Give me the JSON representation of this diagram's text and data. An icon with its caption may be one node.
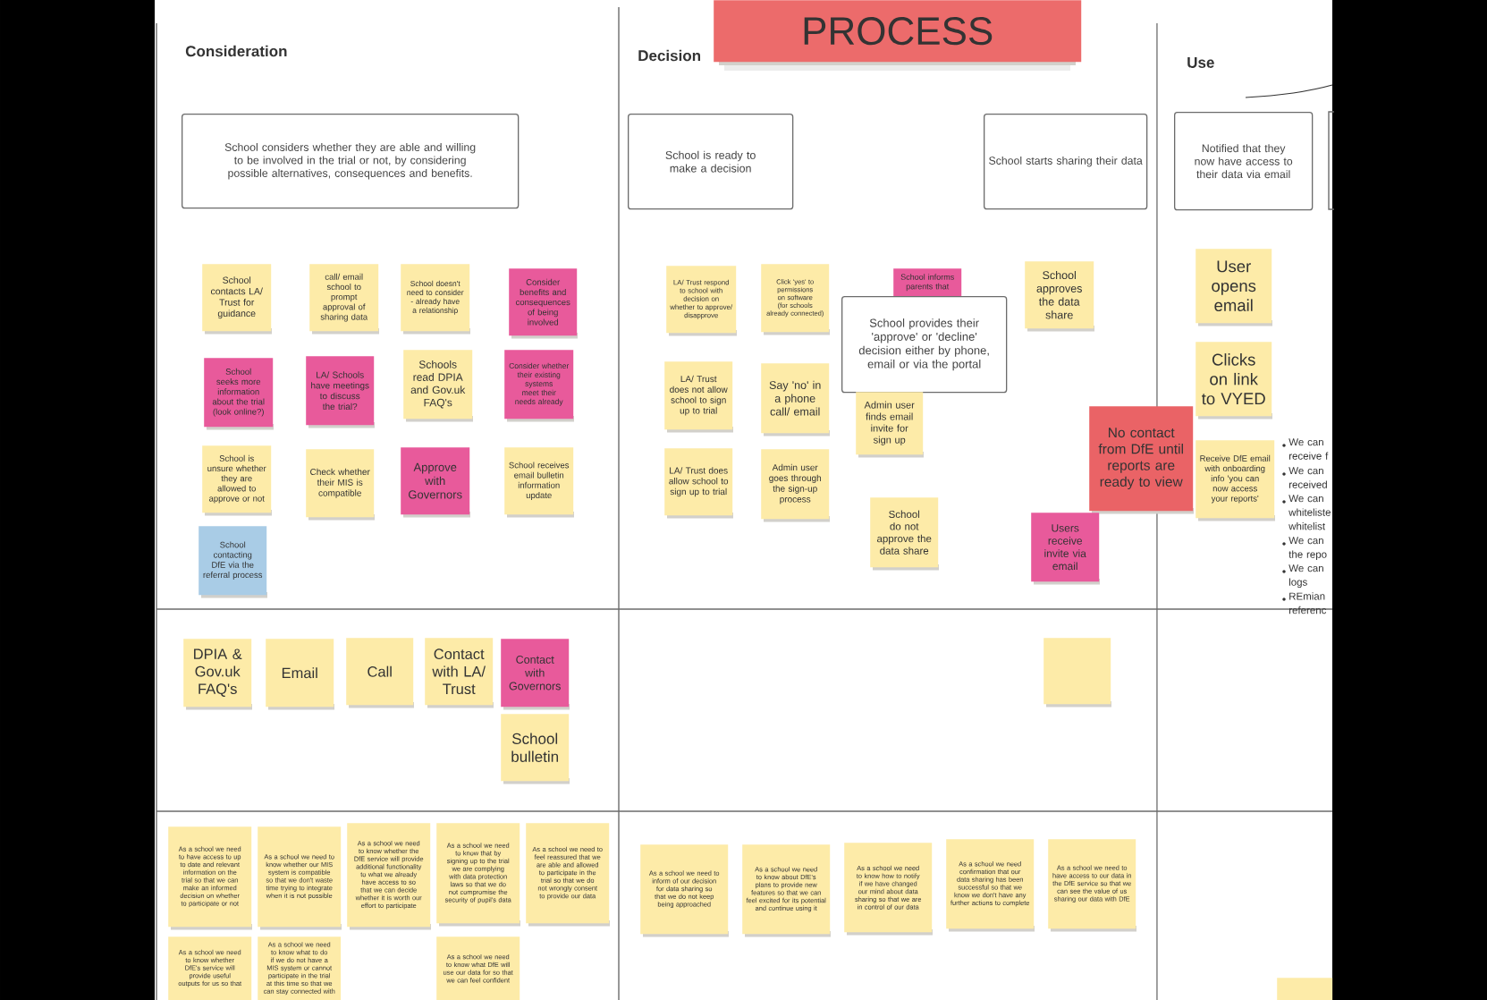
{
  "diagram": {
    "nodes": [
      {
        "text": [
          "PROCESS"
        ]
      },
      {
        "text": [
          "School considers whether they are able and willing to be involved in the trial or not, by considering possible alternatives, consequences and benefits."
        ]
      },
      {
        "text": [
          "School is ready to make a decision"
        ]
      },
      {
        "text": [
          "School starts sharing their data"
        ]
      },
      {
        "text": [
          "Notified that they now have access to their data via email"
        ]
      },
      {
        "text": [],
        "shape": "box"
      },
      {
        "text": [
          "School contacts LA/ Trust for guidance"
        ]
      },
      {
        "text": [
          "call/ email school to prompt approval of sharing data"
        ]
      },
      {
        "text": [
          "School doesn't need to consider - already have a relationship"
        ]
      },
      {
        "text": [
          "Consider benefits and consequences of being involved"
        ]
      },
      {
        "text": [
          "School seeks more information about the trial (look online?)"
        ]
      },
      {
        "text": [
          "LA/ Schools have meetings to discuss the trial?"
        ]
      },
      {
        "text": [
          "Schools read DPIA and Gov.uk FAQ's"
        ]
      },
      {
        "text": [
          "Consider whether their existing systems meet their needs already"
        ]
      },
      {
        "text": [
          "School is unsure whether they are allowed to approve or not"
        ]
      },
      {
        "text": [
          "Check whether their MIS is compatible"
        ]
      },
      {
        "text": [
          "Approve with Governors"
        ]
      },
      {
        "text": [
          "School receives email bulletin information update"
        ]
      },
      {
        "text": [
          "School contacting DfE via the referral process"
        ]
      },
      {
        "text": [
          "LA/ Trust respond to school with decision on whether to approve/ disapprove"
        ]
      },
      {
        "text": [
          "Click 'yes' to permissions on software (for schools already connected)"
        ]
      },
      {
        "text": [
          "School informs parents that"
        ]
      },
      {
        "text": [
          "School provides their 'approve' or 'decline' decision either by phone, email or via the portal"
        ]
      },
      {
        "text": [
          "School approves the data share"
        ]
      },
      {
        "text": [
          "LA/ Trust does not allow school to sign up to trial"
        ]
      },
      {
        "text": [
          "Say 'no' in a phone call/ email"
        ]
      },
      {
        "text": [
          "Admin user finds email invite for sign up"
        ]
      },
      {
        "text": [
          "LA/ Trust does allow school to sign up to trial"
        ]
      },
      {
        "text": [
          "Admin user goes through the sign-up process"
        ]
      },
      {
        "text": [
          "School do not approve the data share"
        ]
      },
      {
        "text": [
          "No contact from DfE until reports are ready to view"
        ]
      },
      {
        "text": [
          "Users receive invite via email"
        ]
      },
      {
        "text": [
          "User opens email"
        ]
      },
      {
        "text": [
          "Clicks on link to VYED"
        ]
      },
      {
        "text": [
          "Receive DfE email with onboarding info 'you can now access your reports'"
        ]
      },
      {
        "text": [
          "DPIA & Gov.uk FAQ's"
        ]
      },
      {
        "text": [
          "Email"
        ]
      },
      {
        "text": [
          "Call"
        ]
      },
      {
        "text": [
          "Contact with LA/ Trust"
        ]
      },
      {
        "text": [
          "Contact with Governors"
        ]
      },
      {
        "text": [
          "School bulletin"
        ]
      },
      {
        "text": [],
        "shape": "box"
      },
      {
        "text": [
          "As a school we need to have access to up to date and relevant information on the trial so that we can make an informed decision on whether to participate or not"
        ]
      },
      {
        "text": [
          "As a school we need to know whether our MIS system is compatible so that we don't waste time trying to integrate when it is not possible"
        ]
      },
      {
        "text": [
          "As a school we need to know whether the DfE service will provide additional functionality to what we already have access to so that we can decide whether it is worth our effort to participate"
        ]
      },
      {
        "text": [
          "As a school we need to know that by signing up to the trial we are complying with data protection laws so that we do not compromise the security of pupil's data"
        ]
      },
      {
        "text": [
          "As a school we need to feel reassured that we are able and allowed to participate in the trial so that we do not wrongly consent to provide our data"
        ]
      },
      {
        "text": [
          "As a school we need to know whether DfE's service will provide useful outputs for us so that"
        ]
      },
      {
        "text": [
          "As a school we need to know what to do if we do not have a MIS system or cannot participate in the trial at this time so that we can stay connected with"
        ]
      },
      {
        "text": [
          "As a school we need to know what DfE will use our data for so that we can feel confident"
        ]
      },
      {
        "text": [
          "As a school we need to inform of our decision for data sharing so that we do not keep being approached"
        ]
      },
      {
        "text": [
          "As a school we need to know about DfE's plans to provide new features so that we can feel excited for its potential and continue using it"
        ]
      },
      {
        "text": [
          "As a school we need to know how to notify if we have changed our mind about data sharing so that we are in control of our data"
        ]
      },
      {
        "text": [
          "As a school we need confirmation that our data sharing has been successful so that we know we don't have any further actions to complete"
        ]
      },
      {
        "text": [
          "As a school we need to have access to our data in the DfE service so that we can see the value of us sharing our data with DfE"
        ]
      },
      {
        "text": [],
        "shape": "box"
      }
    ],
    "labels": [
      "Consideration",
      "Decision",
      "Use",
      "We can receive f",
      "We can received",
      "We can whiteliste whitelist",
      "We can the repo",
      "We can logs",
      "REmian referenc"
    ]
  }
}
